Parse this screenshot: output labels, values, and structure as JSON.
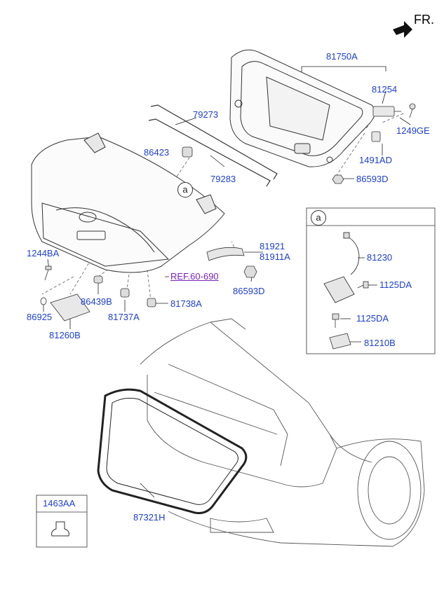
{
  "orientation_label": "FR.",
  "reference_label": "REF.60-690",
  "callout_letter": "a",
  "inset_box_letter": "a",
  "legend_box_code": "1463AA",
  "parts": {
    "p81750A": "81750A",
    "p81254": "81254",
    "p1249GE": "1249GE",
    "p1491AD": "1491AD",
    "p86593D_top": "86593D",
    "p79273": "79273",
    "p79283": "79283",
    "p86423": "86423",
    "p81921": "81921",
    "p81911A": "81911A",
    "p86593D_mid": "86593D",
    "p1244BA": "1244BA",
    "p86439B": "86439B",
    "p86925": "86925",
    "p81737A": "81737A",
    "p81738A": "81738A",
    "p81260B": "81260B",
    "p87321H": "87321H",
    "p81230": "81230",
    "p1125DA_1": "1125DA",
    "p1125DA_2": "1125DA",
    "p81210B": "81210B"
  }
}
